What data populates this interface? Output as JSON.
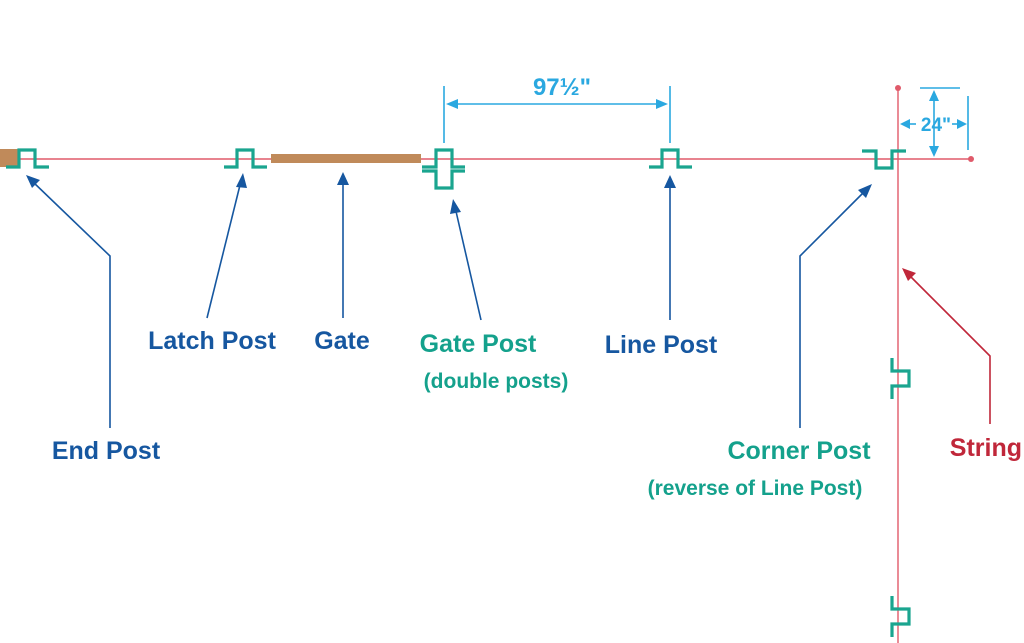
{
  "colors": {
    "string": "#e05a6a",
    "string_label": "#c0273a",
    "post": "#1aa58f",
    "blue_label": "#1657a0",
    "teal_label": "#14a18c",
    "dimension": "#2aa8e0",
    "gate": "#c08a5a",
    "arrow": "#1657a0",
    "string_arrow": "#c0273a"
  },
  "dimensions": {
    "post_spacing": "97½\"",
    "corner_offset": "24\""
  },
  "labels": {
    "end_post": "End Post",
    "latch_post": "Latch Post",
    "gate": "Gate",
    "gate_post": "Gate Post",
    "gate_post_note": "(double posts)",
    "line_post": "Line Post",
    "corner_post": "Corner Post",
    "corner_post_note": "(reverse of Line Post)",
    "string": "String"
  }
}
